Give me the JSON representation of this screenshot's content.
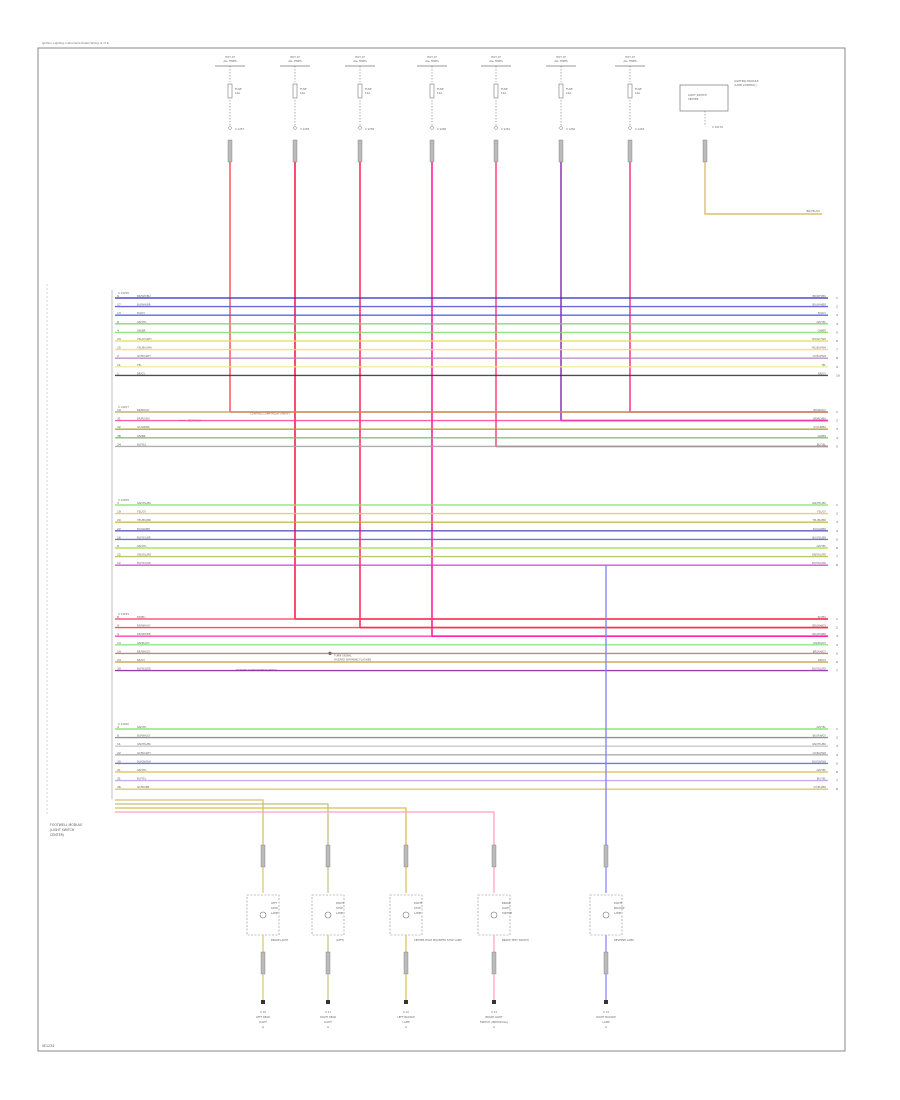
{
  "title": "Ignition, Lighting, Instrument Cluster Wiring (1 of 2)",
  "page_ref": "SE1234",
  "fuses": [
    {
      "hot_label": "HOT AT ALL TIMES",
      "fuse": "FUSE 10A",
      "conn": "X 1257",
      "color": "#ff6070"
    },
    {
      "hot_label": "HOT AT ALL TIMES",
      "fuse": "FUSE 10A",
      "conn": "X 1258",
      "color": "#ff2040"
    },
    {
      "hot_label": "HOT AT ALL TIMES",
      "fuse": "FUSE 10A",
      "conn": "X 1259",
      "color": "#ff3060"
    },
    {
      "hot_label": "HOT AT ALL TIMES",
      "fuse": "FUSE 10A",
      "conn": "X 1260",
      "color": "#ff20a0"
    },
    {
      "hot_label": "HOT AT ALL TIMES",
      "fuse": "FUSE 10A",
      "conn": "X 1261",
      "color": "#ff5080"
    },
    {
      "hot_label": "HOT AT ALL TIMES",
      "fuse": "FUSE 10A",
      "conn": "X 1262",
      "color": "#9040c0"
    },
    {
      "hot_label": "HOT AT ALL TIMES",
      "fuse": "FUSE 10A",
      "conn": "X 1263",
      "color": "#ff4090"
    }
  ],
  "relay_module": {
    "label": "LIGHT SWITCH CENTER",
    "note": "LIGHTING MODULE (LAMP CONTROL)",
    "conn": "X 10176",
    "out_wire": "BR/YEL/GY"
  },
  "module": {
    "label": "FOOTWELL MODULE (LIGHT SWITCH CENTER)",
    "connectors": [
      "X 14256",
      "X 14257",
      "X 14258",
      "X 14259",
      "X 14260"
    ]
  },
  "groups": [
    {
      "rows": [
        {
          "pin": "9",
          "wire": "BR/WH/BU",
          "color": "#3030c0"
        },
        {
          "pin": "17",
          "wire": "BU/WH/BR",
          "color": "#5050d0"
        },
        {
          "pin": "13",
          "wire": "BU/GY",
          "color": "#3050ff"
        },
        {
          "pin": "6",
          "wire": "GN/YEL",
          "color": "#70d070"
        },
        {
          "pin": "4",
          "wire": "GN/BR",
          "color": "#80e060"
        },
        {
          "pin": "23",
          "wire": "YEL/GY/WH",
          "color": "#e8e050"
        },
        {
          "pin": "15",
          "wire": "YEL/BU/WH",
          "color": "#f0e060"
        },
        {
          "pin": "2",
          "wire": "GY/BU/WH",
          "color": "#b080c0"
        },
        {
          "pin": "11",
          "wire": "YEL",
          "color": "#f0e890"
        },
        {
          "pin": "1",
          "wire": "BR/GY",
          "color": "#303030"
        }
      ]
    },
    {
      "rows": [
        {
          "pin": "19",
          "wire": "BR/RD/GY",
          "color": "#c0a060"
        },
        {
          "pin": "31",
          "wire": "BR/RD/BU",
          "color": "#ff40a0"
        },
        {
          "pin": "32",
          "wire": "GY/GN/BK",
          "color": "#a0a000"
        },
        {
          "pin": "36",
          "wire": "GN/BR",
          "color": "#60c060"
        },
        {
          "pin": "34",
          "wire": "BU/YEL",
          "color": "#a0a0a0"
        }
      ]
    },
    {
      "rows": [
        {
          "pin": "3",
          "wire": "GN/YEL/BK",
          "color": "#90e070"
        },
        {
          "pin": "19",
          "wire": "YEL/GY",
          "color": "#d8d050"
        },
        {
          "pin": "20",
          "wire": "YEL/BU/BR",
          "color": "#c0b030"
        },
        {
          "pin": "22",
          "wire": "BU/GN/BR",
          "color": "#4040b0"
        },
        {
          "pin": "16",
          "wire": "BU/YEL/BR",
          "color": "#6060c0"
        },
        {
          "pin": "8",
          "wire": "GN/YEL",
          "color": "#a0e040"
        },
        {
          "pin": "15",
          "wire": "GN/YEL/RD",
          "color": "#b0c050"
        },
        {
          "pin": "12",
          "wire": "BU/YEL/RD",
          "color": "#c040c0"
        }
      ]
    },
    {
      "rows": [
        {
          "pin": "8",
          "wire": "RD/BU",
          "color": "#ff4060"
        },
        {
          "pin": "9",
          "wire": "RD/WH/GY",
          "color": "#ff3050"
        },
        {
          "pin": "4",
          "wire": "RD/WH/BR",
          "color": "#ff20b0"
        },
        {
          "pin": "13",
          "wire": "GN/BU/GY",
          "color": "#80e080"
        },
        {
          "pin": "19",
          "wire": "BR/WH/GY",
          "color": "#a08050"
        },
        {
          "pin": "24",
          "wire": "BR/GY",
          "color": "#c0a040"
        },
        {
          "pin": "30",
          "wire": "BU/YEL/RD",
          "color": "#8020a0"
        }
      ]
    },
    {
      "rows": [
        {
          "pin": "4",
          "wire": "GN/YEL",
          "color": "#80e060"
        },
        {
          "pin": "9",
          "wire": "BU/WH/GY",
          "color": "#808080"
        },
        {
          "pin": "11",
          "wire": "GN/YEL/BK",
          "color": "#c0c0c0"
        },
        {
          "pin": "22",
          "wire": "GY/BU/WH",
          "color": "#a0a0a0"
        },
        {
          "pin": "30",
          "wire": "BU/GN/WH",
          "color": "#6060d0"
        },
        {
          "pin": "21",
          "wire": "GN/YEL",
          "color": "#d8c050"
        },
        {
          "pin": "31",
          "wire": "BU/YEL",
          "color": "#c0a0e0"
        },
        {
          "pin": "36",
          "wire": "GY/BU/BR",
          "color": "#d0c060"
        }
      ]
    }
  ],
  "inline_notes": [
    {
      "text": "CONTROL LAMP RELAY (INDIV)",
      "wire": "BR/WH/GY"
    },
    {
      "text": "TURN SIGNAL",
      "sub": "HAZARD WARNING FLASHER",
      "wire": "BR/GY"
    },
    {
      "text": "HAZARD LIGHT SWITCH (INDIV)",
      "wire": ""
    }
  ],
  "bottom_components": [
    {
      "label": "LEFT STOP LAMP",
      "sub": "BRAKE LIGHT",
      "conn": "X 10",
      "dest": "LEFT REAR LIGHT",
      "color": "#d8c070"
    },
    {
      "label": "RIGHT STOP LAMP",
      "sub": "(LEFT)",
      "conn": "X 11",
      "dest": "RIGHT REAR LIGHT",
      "color": "#c0c080"
    },
    {
      "label": "RIGHT STOP LAMP",
      "sub": "CENTER HIGH MOUNTED STOP LAMP",
      "conn": "X 12",
      "dest": "LEFT BACKUP LAMP",
      "color": "#d8c050"
    },
    {
      "label": "BRAKE LIGHT SWITCH",
      "sub": "BRAKE TEST SWITCH",
      "conn": "X 13",
      "dest": "BRAKE LIGHT SWITCH (INDIVIDUAL)",
      "color": "#ffa0c0"
    },
    {
      "label": "RIGHT BACKUP LAMP",
      "sub": "REVERSE LAMP",
      "conn": "X 14",
      "dest": "RIGHT BACKUP LAMP",
      "color": "#8080ff"
    }
  ],
  "grounds": [
    "G",
    "G",
    "G",
    "G",
    "G"
  ]
}
